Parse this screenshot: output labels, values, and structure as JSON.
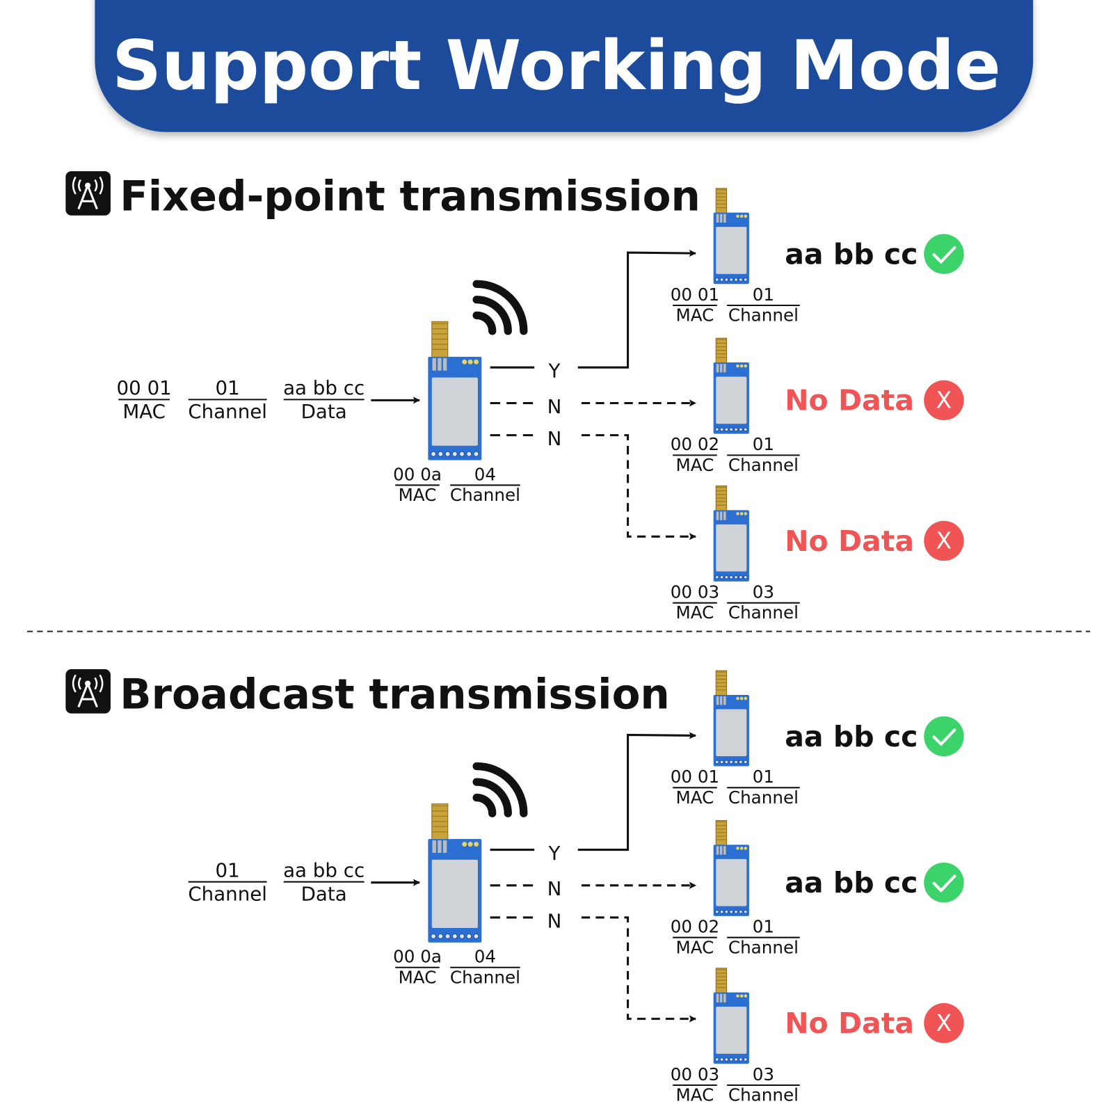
{
  "title": "Support Working Mode",
  "colors": {
    "header_bg": "#1a4b9c",
    "ok": "#3dd36b",
    "fail": "#f05454",
    "no_data_text": "#f05454"
  },
  "sections": [
    {
      "heading": "Fixed-point transmission",
      "icon": "radio-tower-icon",
      "input": [
        {
          "value": "00 01",
          "label": "MAC"
        },
        {
          "value": "01",
          "label": "Channel"
        },
        {
          "value": "aa bb cc",
          "label": "Data"
        }
      ],
      "sender": {
        "mac": "00 0a",
        "mac_label": "MAC",
        "channel": "04",
        "channel_label": "Channel"
      },
      "branches": [
        "Y",
        "N",
        "N"
      ],
      "receivers": [
        {
          "mac": "00 01",
          "mac_label": "MAC",
          "channel": "01",
          "channel_label": "Channel",
          "result": "aa bb cc",
          "status": "ok",
          "status_mark": ""
        },
        {
          "mac": "00 02",
          "mac_label": "MAC",
          "channel": "01",
          "channel_label": "Channel",
          "result": "No Data",
          "status": "fail",
          "status_mark": "X"
        },
        {
          "mac": "00 03",
          "mac_label": "MAC",
          "channel": "03",
          "channel_label": "Channel",
          "result": "No Data",
          "status": "fail",
          "status_mark": "X"
        }
      ]
    },
    {
      "heading": "Broadcast transmission",
      "icon": "radio-tower-icon",
      "input": [
        {
          "value": "01",
          "label": "Channel"
        },
        {
          "value": "aa bb cc",
          "label": "Data"
        }
      ],
      "sender": {
        "mac": "00 0a",
        "mac_label": "MAC",
        "channel": "04",
        "channel_label": "Channel"
      },
      "branches": [
        "Y",
        "N",
        "N"
      ],
      "receivers": [
        {
          "mac": "00 01",
          "mac_label": "MAC",
          "channel": "01",
          "channel_label": "Channel",
          "result": "aa bb cc",
          "status": "ok",
          "status_mark": ""
        },
        {
          "mac": "00 02",
          "mac_label": "MAC",
          "channel": "01",
          "channel_label": "Channel",
          "result": "aa bb cc",
          "status": "ok",
          "status_mark": ""
        },
        {
          "mac": "00 03",
          "mac_label": "MAC",
          "channel": "03",
          "channel_label": "Channel",
          "result": "No Data",
          "status": "fail",
          "status_mark": "X"
        }
      ]
    }
  ]
}
